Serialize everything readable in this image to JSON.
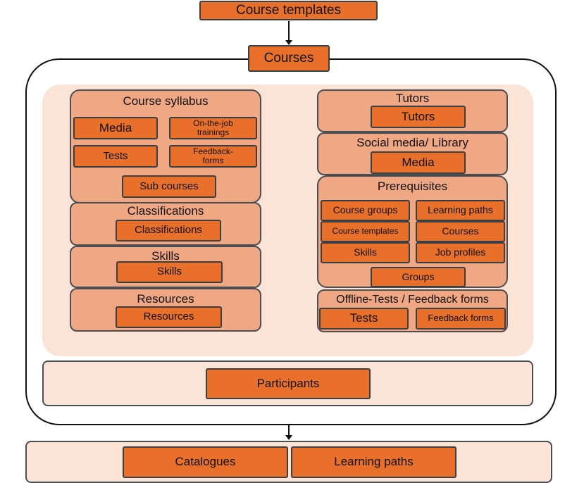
{
  "top": {
    "course_templates": "Course templates",
    "courses": "Courses"
  },
  "course_syllabus": {
    "title": "Course syllabus",
    "media": "Media",
    "on_the_job_line1": "On-the-job",
    "on_the_job_line2": "trainings",
    "tests": "Tests",
    "feedback_line1": "Feedback-",
    "feedback_line2": "forms",
    "sub_courses": "Sub courses"
  },
  "classifications": {
    "title": "Classifications",
    "item": "Classifications"
  },
  "skills": {
    "title": "Skills",
    "item": "Skills"
  },
  "resources": {
    "title": "Resources",
    "item": "Resources"
  },
  "tutors": {
    "title": "Tutors",
    "item": "Tutors"
  },
  "social_media": {
    "title": "Social media/ Library",
    "item": "Media"
  },
  "prerequisites": {
    "title": "Prerequisites",
    "course_groups": "Course groups",
    "learning_paths": "Learning paths",
    "course_templates": "Course templates",
    "courses": "Courses",
    "skills": "Skills",
    "job_profiles": "Job profiles",
    "groups": "Groups"
  },
  "offline": {
    "title": "Offline-Tests / Feedback forms",
    "tests": "Tests",
    "feedback_forms": "Feedback forms"
  },
  "participants": "Participants",
  "bottom": {
    "catalogues": "Catalogues",
    "learning_paths": "Learning paths"
  },
  "colors": {
    "dark_orange": "#E8702A",
    "mid_orange": "#F0A783",
    "light_peach": "#FBE3D6"
  }
}
